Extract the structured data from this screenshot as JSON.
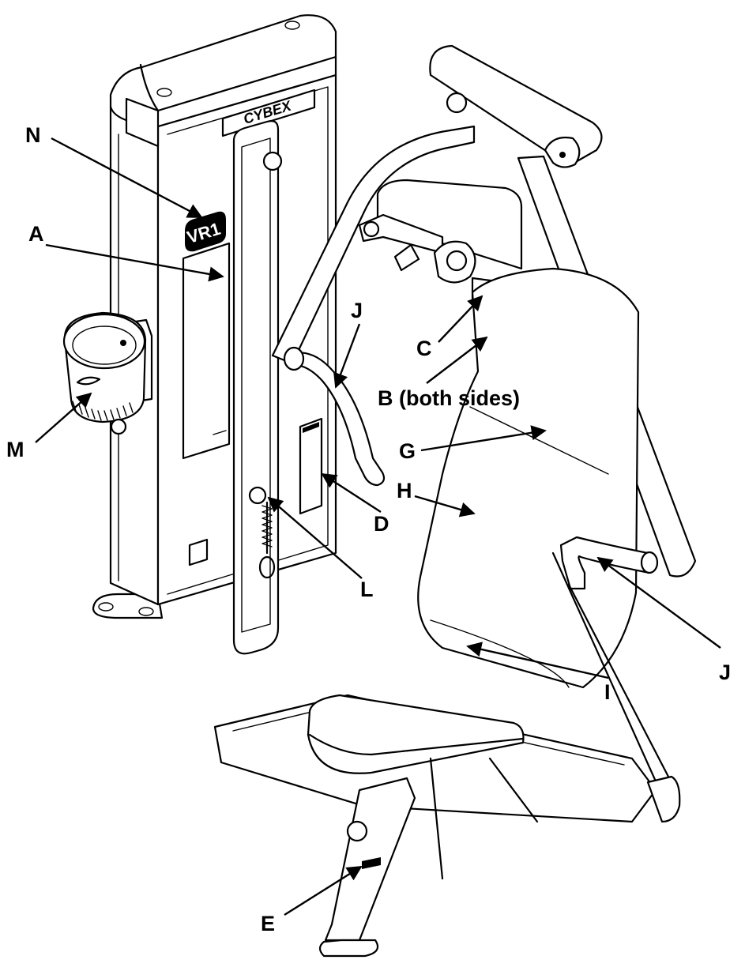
{
  "machine": {
    "brand": "CYBEX",
    "model": "VR1"
  },
  "callouts": [
    {
      "id": "N",
      "text": "N"
    },
    {
      "id": "A",
      "text": "A"
    },
    {
      "id": "M",
      "text": "M"
    },
    {
      "id": "J_upper",
      "text": "J"
    },
    {
      "id": "C",
      "text": "C"
    },
    {
      "id": "B",
      "text": "B (both sides)"
    },
    {
      "id": "G",
      "text": "G"
    },
    {
      "id": "H",
      "text": "H"
    },
    {
      "id": "D",
      "text": "D"
    },
    {
      "id": "L",
      "text": "L"
    },
    {
      "id": "J_right",
      "text": "J"
    },
    {
      "id": "I",
      "text": "I"
    },
    {
      "id": "E",
      "text": "E"
    }
  ]
}
